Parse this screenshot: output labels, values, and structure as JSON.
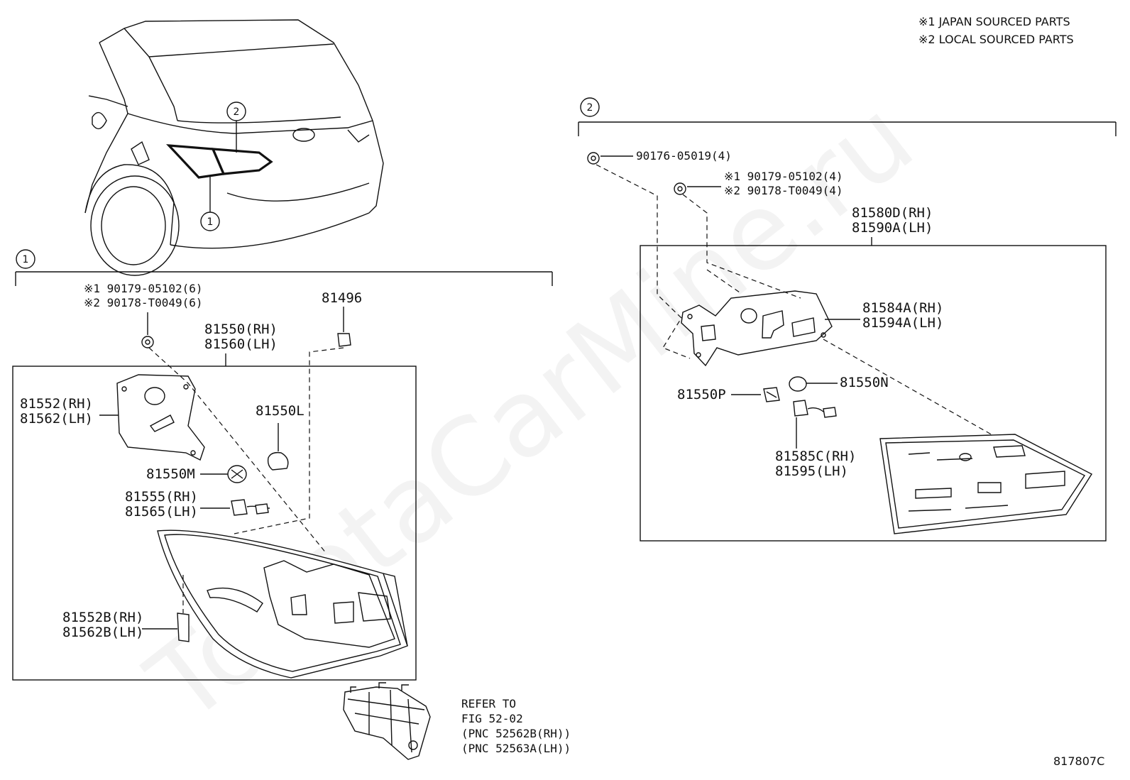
{
  "watermark": "ToyotaCarMine.ru",
  "legend": {
    "japan": "※1 JAPAN SOURCED PARTS",
    "local": "※2 LOCAL SOURCED PARTS"
  },
  "callouts": {
    "one": "1",
    "two": "2"
  },
  "group1": {
    "screw_a": "※1 90179-05102(6)",
    "screw_b": "※2 90178-T0049(6)",
    "clip": "81496",
    "lamp_rh": "81550(RH)",
    "lamp_lh": "81560(LH)",
    "gasket_rh": "81552(RH)",
    "gasket_lh": "81562(LH)",
    "bulb": "81550L",
    "socket": "81550M",
    "wire_rh": "81555(RH)",
    "wire_lh": "81565(LH)",
    "seal_rh": "81552B(RH)",
    "seal_lh": "81562B(LH)"
  },
  "group2": {
    "nut": "90176-05019(4)",
    "screw_a": "※1 90179-05102(4)",
    "screw_b": "※2 90178-T0049(4)",
    "lamp_rh": "81580D(RH)",
    "lamp_lh": "81590A(LH)",
    "gasket_rh": "81584A(RH)",
    "gasket_lh": "81594A(LH)",
    "socket": "81550P",
    "bulb": "81550N",
    "wire_rh": "81585C(RH)",
    "wire_lh": "81595(LH)"
  },
  "refer": {
    "line1": "REFER TO",
    "line2": "FIG 52-02",
    "line3": "(PNC 52562B(RH))",
    "line4": "(PNC 52563A(LH))"
  },
  "figure_code": "817807C"
}
